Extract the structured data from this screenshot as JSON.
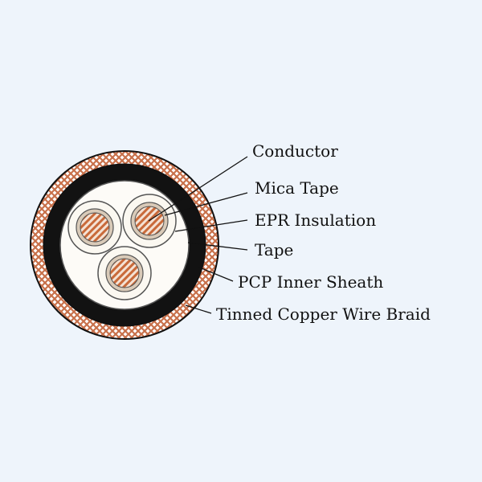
{
  "labels": {
    "conductor": "Conductor",
    "mica_tape": "Mica Tape",
    "epr_insulation": "EPR Insulation",
    "tape": "Tape",
    "pcp_inner_sheath": "PCP Inner Sheath",
    "tinned_copper_wire_braid": "Tinned Copper Wire Braid"
  },
  "colors": {
    "background": "#eef4fb",
    "copper": "#c96a3a",
    "braid_pattern": "#c8704a",
    "sheath": "#111111",
    "insulation": "#f7f2ea",
    "leader": "#111111"
  }
}
